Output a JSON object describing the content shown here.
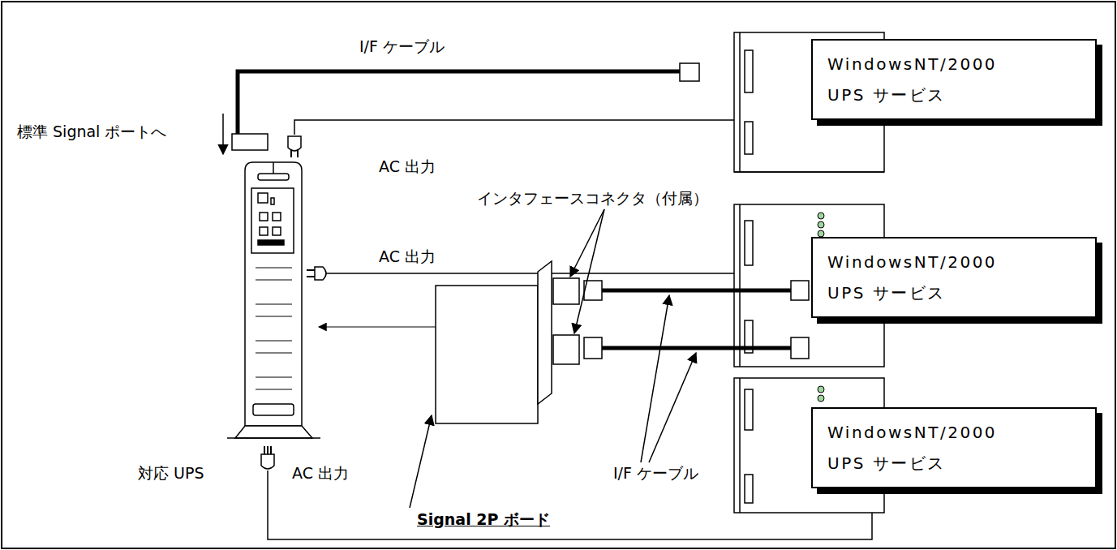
{
  "diagram": {
    "nodes": [
      {
        "text": [
          "WindowsNT/2000 UPS サービス"
        ]
      },
      {
        "text": [
          "WindowsNT/2000 UPS サービス"
        ]
      },
      {
        "text": [
          "WindowsNT/2000 UPS サービス"
        ]
      }
    ],
    "labels": [
      "I/F ケーブル",
      "標準 Signal ポートへ",
      "AC 出力",
      "インタフェースコネクタ（付属）",
      "AC 出力",
      "対応 UPS",
      "AC 出力",
      "I/F ケーブル",
      "Signal 2P ボード"
    ]
  }
}
